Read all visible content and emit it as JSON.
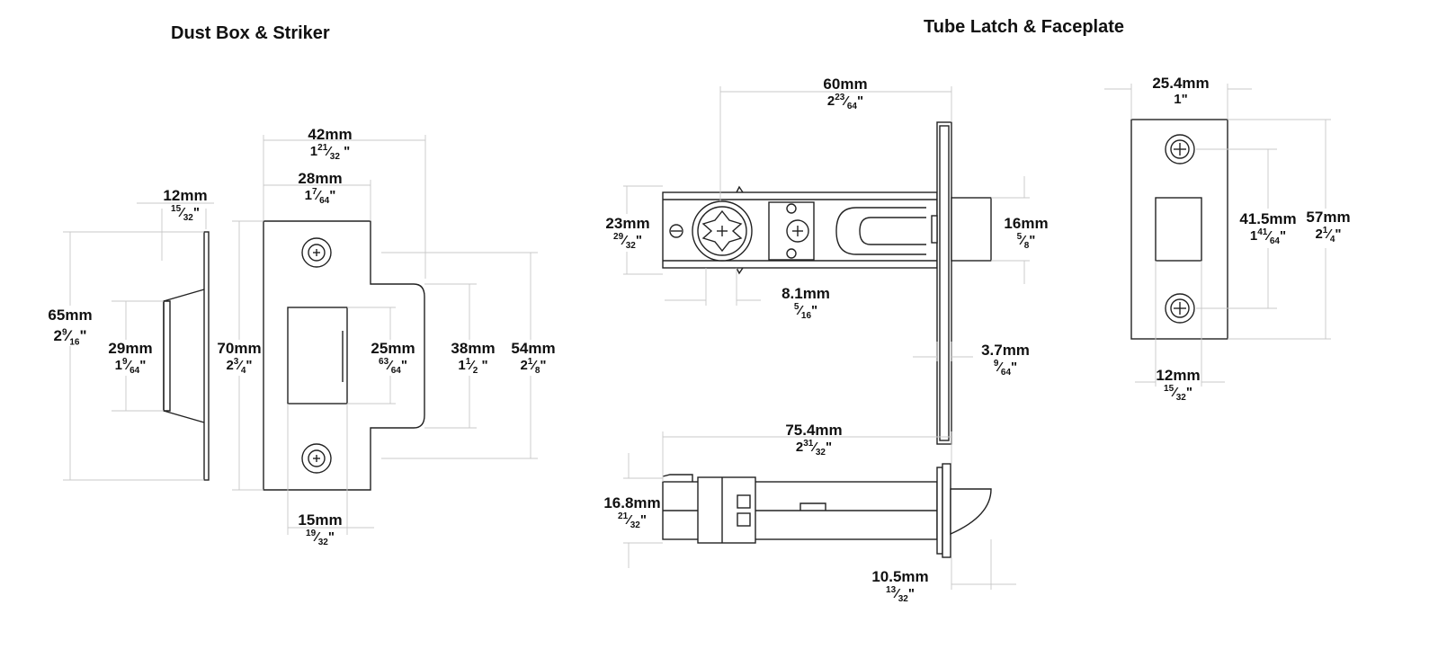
{
  "titles": {
    "striker": "Dust Box & Striker",
    "latch": "Tube Latch & Faceplate"
  },
  "dims": {
    "striker_width": {
      "mm": "42mm",
      "in_whole": "1",
      "in_num": "21",
      "in_den": "32",
      "in_suffix": " \""
    },
    "striker_inner_width": {
      "mm": "28mm",
      "in_whole": "1",
      "in_num": "7",
      "in_den": "64",
      "in_suffix": "\""
    },
    "dustbox_depth": {
      "mm": "12mm",
      "in_whole": "",
      "in_num": "15",
      "in_den": "32",
      "in_suffix": "\""
    },
    "dustbox_height": {
      "mm": "65mm",
      "in_whole": "2",
      "in_num": "9",
      "in_den": "16",
      "in_suffix": "\""
    },
    "dustbox_opening": {
      "mm": "29mm",
      "in_whole": "1",
      "in_num": "9",
      "in_den": "64",
      "in_suffix": "\""
    },
    "striker_height": {
      "mm": "70mm",
      "in_whole": "2",
      "in_num": "3",
      "in_den": "4",
      "in_suffix": "\""
    },
    "striker_slot": {
      "mm": "25mm",
      "in_whole": "",
      "in_num": "63",
      "in_den": "64",
      "in_suffix": "\""
    },
    "striker_lip": {
      "mm": "38mm",
      "in_whole": "1",
      "in_num": "1",
      "in_den": "2",
      "in_suffix": " \""
    },
    "striker_lip_outer": {
      "mm": "54mm",
      "in_whole": "2",
      "in_num": "1",
      "in_den": "8",
      "in_suffix": "\""
    },
    "striker_slot_width": {
      "mm": "15mm",
      "in_whole": "",
      "in_num": "19",
      "in_den": "32",
      "in_suffix": "\""
    },
    "latch_backset": {
      "mm": "60mm",
      "in_whole": "2",
      "in_num": "23",
      "in_den": "64",
      "in_suffix": "\""
    },
    "latch_body_height": {
      "mm": "23mm",
      "in_whole": "",
      "in_num": "29",
      "in_den": "32",
      "in_suffix": "\""
    },
    "latch_spindle": {
      "mm": "8.1mm",
      "in_whole": "",
      "in_num": "5",
      "in_den": "16",
      "in_suffix": "\""
    },
    "latch_bolt_height": {
      "mm": "16mm",
      "in_whole": "",
      "in_num": "5",
      "in_den": "8",
      "in_suffix": "\""
    },
    "faceplate_thickness": {
      "mm": "3.7mm",
      "in_whole": "",
      "in_num": "9",
      "in_den": "64",
      "in_suffix": "\""
    },
    "faceplate_width": {
      "mm": "25.4mm",
      "in_whole": "1",
      "in_num": "",
      "in_den": "",
      "in_suffix": "\""
    },
    "faceplate_screw_spacing": {
      "mm": "41.5mm",
      "in_whole": "1",
      "in_num": "41",
      "in_den": "64",
      "in_suffix": "\""
    },
    "faceplate_height": {
      "mm": "57mm",
      "in_whole": "2",
      "in_num": "1",
      "in_den": "4",
      "in_suffix": "\""
    },
    "faceplate_slot_width": {
      "mm": "12mm",
      "in_whole": "",
      "in_num": "15",
      "in_den": "32",
      "in_suffix": "\""
    },
    "latch_overall_length": {
      "mm": "75.4mm",
      "in_whole": "2",
      "in_num": "31",
      "in_den": "32",
      "in_suffix": "\""
    },
    "latch_side_height": {
      "mm": "16.8mm",
      "in_whole": "",
      "in_num": "21",
      "in_den": "32",
      "in_suffix": "\""
    },
    "latch_bolt_projection": {
      "mm": "10.5mm",
      "in_whole": "",
      "in_num": "13",
      "in_den": "32",
      "in_suffix": "\""
    }
  }
}
